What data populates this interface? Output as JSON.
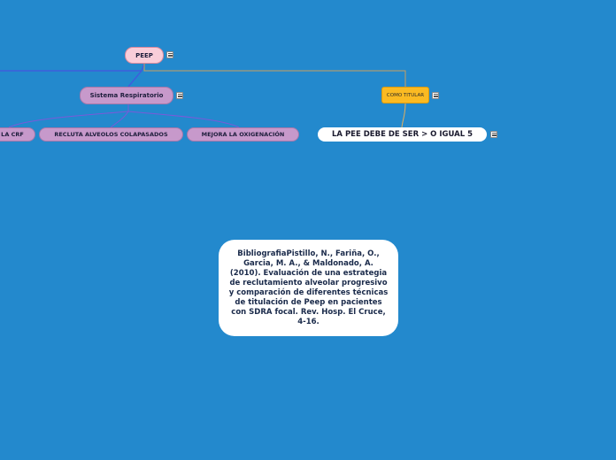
{
  "nodes": {
    "peep": "PEEP",
    "sistema_respiratorio": "Sistema Respiratorio",
    "sr_children": [
      "LA CRF",
      "RECLUTA ALVEOLOS COLAPASADOS",
      "MEJORA LA OXIGENACIÓN"
    ],
    "como_titular": "COMO  TITULAR",
    "pee_debe": "LA PEE DEBE DE SER > O IGUAL 5",
    "bibliografia": "BibliografiaPistillo, N., Fariña, O., Garcia, M. A., & Maldonado, A. (2010). Evaluación de una estrategia de reclutamiento alveolar progresivo y comparación de diferentes técnicas de titulación de Peep en pacientes con SDRA focal. Rev. Hosp. El Cruce, 4-16."
  },
  "colors": {
    "background": "#2389cd",
    "peep_fill": "#f9cdd9",
    "branch_fill": "#c799cb",
    "titular_fill": "#fbba22",
    "main_link": "#4455e0",
    "titular_link": "#c8a060",
    "child_link": "#7a5ad8"
  },
  "icons": [
    "note-icon"
  ]
}
